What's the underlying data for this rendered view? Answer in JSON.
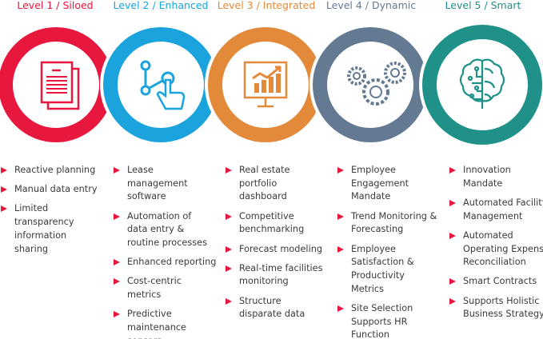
{
  "colors": {
    "l1": "#e8173d",
    "l2": "#1aa3dc",
    "l3": "#e2893a",
    "l4": "#647a92",
    "l5": "#1f9188",
    "bullet": "#e8173d"
  },
  "levels": [
    {
      "title": "Level 1 / Siloed",
      "icon": "documents-icon",
      "items": [
        "Reactive planning",
        "Manual data entry",
        "Limited transparency information sharing"
      ]
    },
    {
      "title": "Level 2 / Enhanced",
      "icon": "touch-network-icon",
      "items": [
        "Lease management software",
        "Automation of data entry & routine processes",
        "Enhanced reporting",
        "Cost-centric metrics",
        "Predictive maintenance sensors"
      ]
    },
    {
      "title": "Level 3 / Integrated",
      "icon": "dashboard-chart-icon",
      "items": [
        "Real estate portfolio dashboard",
        "Competitive benchmarking",
        "Forecast modeling",
        "Real-time facilities monitoring",
        "Structure disparate data"
      ]
    },
    {
      "title": "Level 4 / Dynamic",
      "icon": "gears-icon",
      "items": [
        "Employee Engagement Mandate",
        "Trend Monitoring & Forecasting",
        "Employee Satisfaction & Productivity Metrics",
        "Site Selection Supports HR Function"
      ]
    },
    {
      "title": "Level 5 / Smart",
      "icon": "brain-circuit-icon",
      "items": [
        "Innovation Mandate",
        "Automated Facility Management",
        "Automated Operating Expense Reconciliation",
        "Smart Contracts",
        "Supports Holistic Business Strategy"
      ]
    }
  ]
}
